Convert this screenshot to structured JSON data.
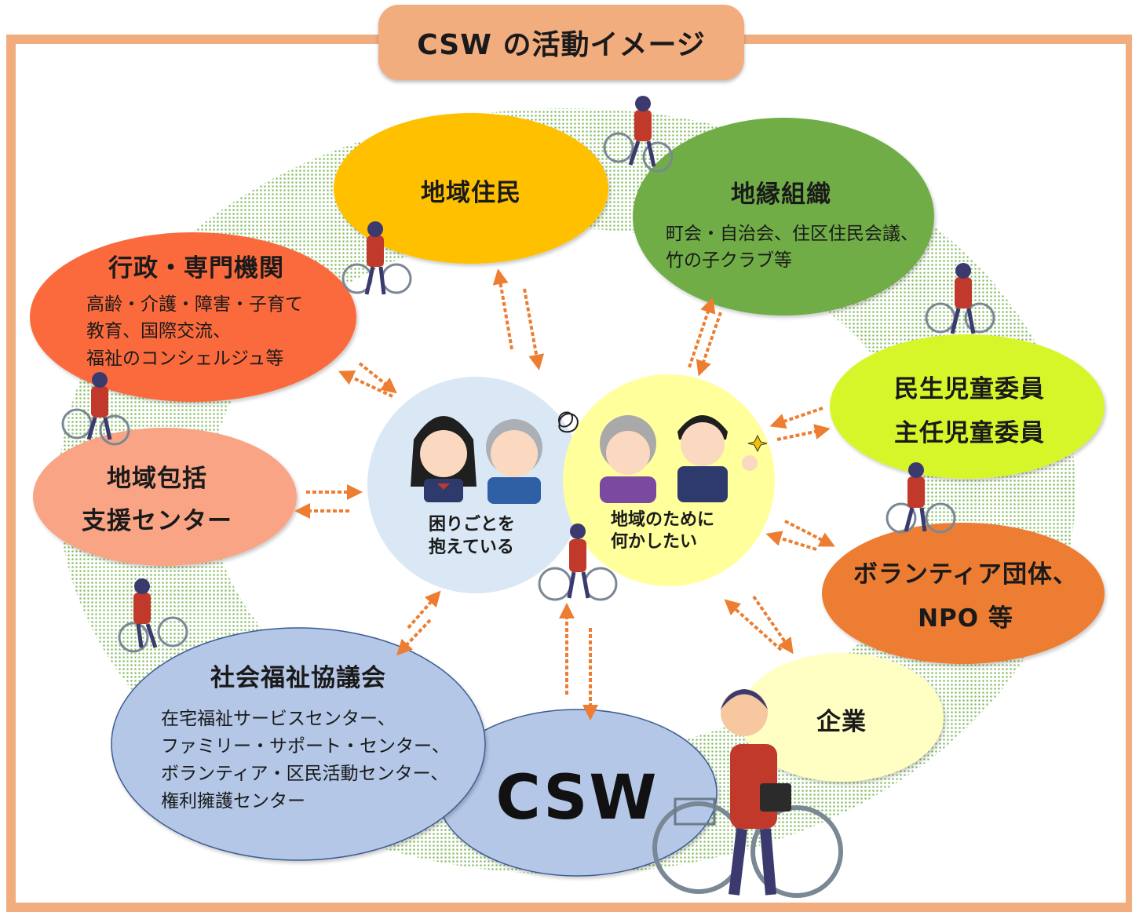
{
  "title": "CSW の活動イメージ",
  "nodes": {
    "residents": {
      "title": "地域住民",
      "color": "#ffc000"
    },
    "community_org": {
      "title": "地縁組織",
      "lines": [
        "町会・自治会、住区住民会議、",
        "竹の子クラブ等"
      ],
      "color": "#70ad47"
    },
    "government": {
      "title": "行政・専門機関",
      "lines": [
        "高齢・介護・障害・子育て",
        "教育、国際交流、",
        "福祉のコンシェルジュ等"
      ],
      "color": "#fb6a3c"
    },
    "welfare_commissioners": {
      "lines": [
        "民生児童委員",
        "主任児童委員"
      ],
      "color": "#d7f62c"
    },
    "support_center": {
      "lines": [
        "地域包括",
        "支援センター"
      ],
      "color": "#f9a485"
    },
    "volunteer_groups": {
      "lines": [
        "ボランティア団体、",
        "NPO 等"
      ],
      "color": "#ed7d31"
    },
    "companies": {
      "title": "企業",
      "color": "#ffffc4"
    },
    "social_welfare_council": {
      "title": "社会福祉協議会",
      "lines": [
        "在宅福祉サービスセンター、",
        "ファミリー・サポート・センター、",
        "ボランティア・区民活動センター、",
        "権利擁護センター"
      ],
      "color": "#b4c7e7"
    },
    "csw": {
      "title": "CSW",
      "color": "#b4c7e7"
    }
  },
  "center": {
    "troubled": {
      "lines": [
        "困りごとを",
        "抱えている"
      ],
      "color": "#dae8f5"
    },
    "helpers": {
      "lines": [
        "地域のために",
        "何かしたい"
      ],
      "color": "#ffff9c"
    }
  },
  "colors": {
    "frame": "#f2ad7f",
    "arrow": "#ed7d31",
    "ring": "#a9d18e"
  },
  "icons": [
    "cyclist-icon",
    "girl-worried-icon",
    "man-worried-icon",
    "elderly-woman-icon",
    "man-smiling-icon"
  ]
}
